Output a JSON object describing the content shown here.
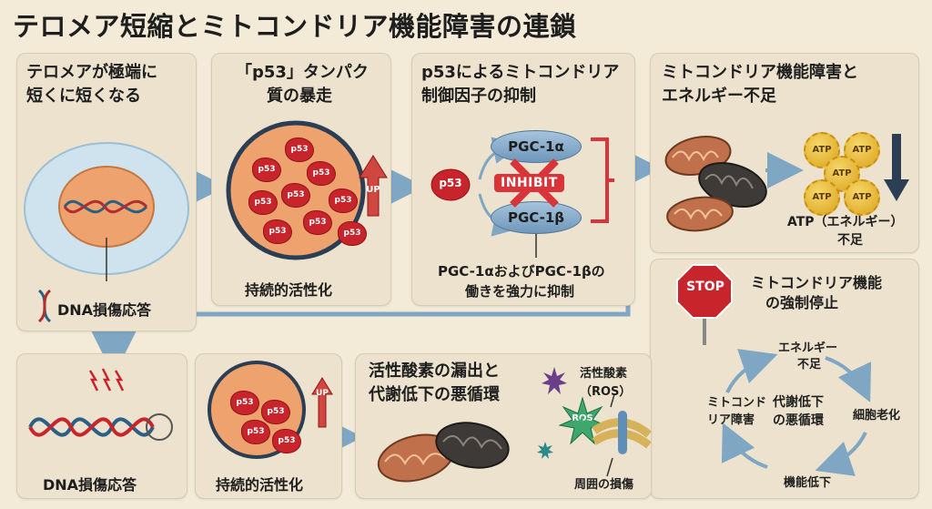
{
  "title": "テロメア短縮とミトコンドリア機能障害の連鎖",
  "panel1": {
    "title_line1": "テロメアが極端に",
    "title_line2": "短くに短くなる",
    "caption": "DNA損傷応答"
  },
  "panel2": {
    "title_line1": "「p53」タンパク",
    "title_line2": "質の暴走",
    "blob_label": "p53",
    "up_label": "UP",
    "caption": "持続的活性化"
  },
  "panel3": {
    "title_line1": "p53によるミトコンドリア",
    "title_line2": "制御因子の抑制",
    "p53_label": "p53",
    "pgc1a": "PGC-1α",
    "pgc1b": "PGC-1β",
    "inhibit": "INHIBIT",
    "caption_line1": "PGC-1αおよびPGC-1βの",
    "caption_line2": "働きを強力に抑制"
  },
  "panel4": {
    "title_line1": "ミトコンドリア機能障害と",
    "title_line2": "エネルギー不足",
    "atp_label": "ATP",
    "caption_line1": "ATP（エネルギー）",
    "caption_line2": "不足"
  },
  "stop": {
    "sign": "STOP",
    "caption_line1": "ミトコンドリア機能",
    "caption_line2": "の強制停止"
  },
  "panel5": {
    "caption": "DNA損傷応答"
  },
  "panel6": {
    "blob_label": "p53",
    "up_label": "UP",
    "caption": "持続的活性化"
  },
  "panel7": {
    "title_line1": "活性酸素の漏出と",
    "title_line2": "代謝低下の悪循環",
    "ros_label": "ROS",
    "ros_caption_line1": "活性酸素",
    "ros_caption_line2": "（ROS）",
    "damage_caption": "周囲の損傷"
  },
  "cycle": {
    "center_line1": "代謝低下",
    "center_line2": "の悪循環",
    "top_line1": "エネルギー",
    "top_line2": "不足",
    "right": "細胞老化",
    "bottom": "機能低下",
    "left_line1": "ミトコンド",
    "left_line2": "リア障害"
  },
  "colors": {
    "panel": "#ece2cd",
    "p53": "#c8242c",
    "pgc": "#8fb3d3",
    "arrow": "#7fa6c3",
    "stop": "#c8242c",
    "atp": "#e7b93a"
  }
}
